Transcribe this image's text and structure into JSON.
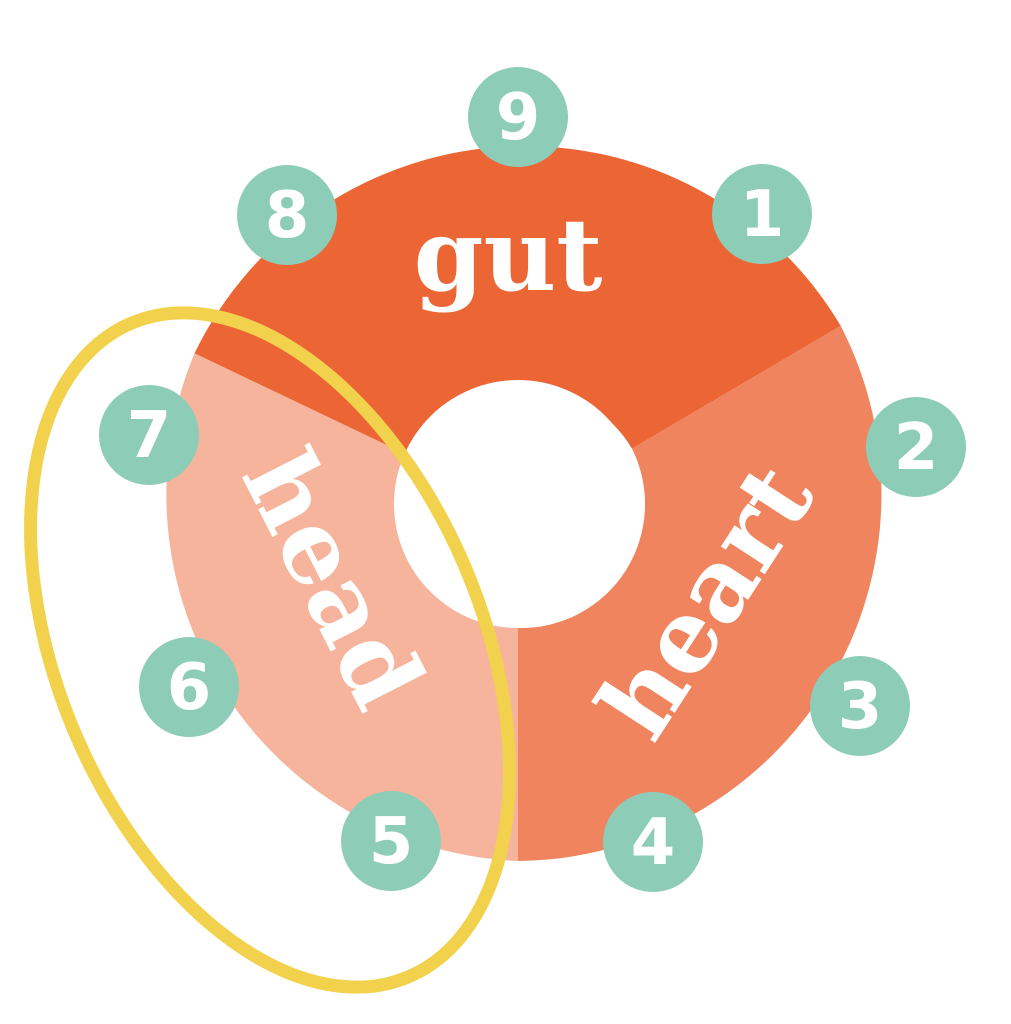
{
  "diagram": {
    "segments": [
      {
        "id": "gut",
        "label": "gut",
        "color": "#EC6535"
      },
      {
        "id": "heart",
        "label": "heart",
        "color": "#F0845E"
      },
      {
        "id": "head",
        "label": "head",
        "color": "#F5B49B"
      }
    ],
    "numbers": [
      "1",
      "2",
      "3",
      "4",
      "5",
      "6",
      "7",
      "8",
      "9"
    ],
    "number_badge_color": "#8DCDB8",
    "highlight_color": "#F2D14C",
    "center_color": "#ffffff"
  }
}
